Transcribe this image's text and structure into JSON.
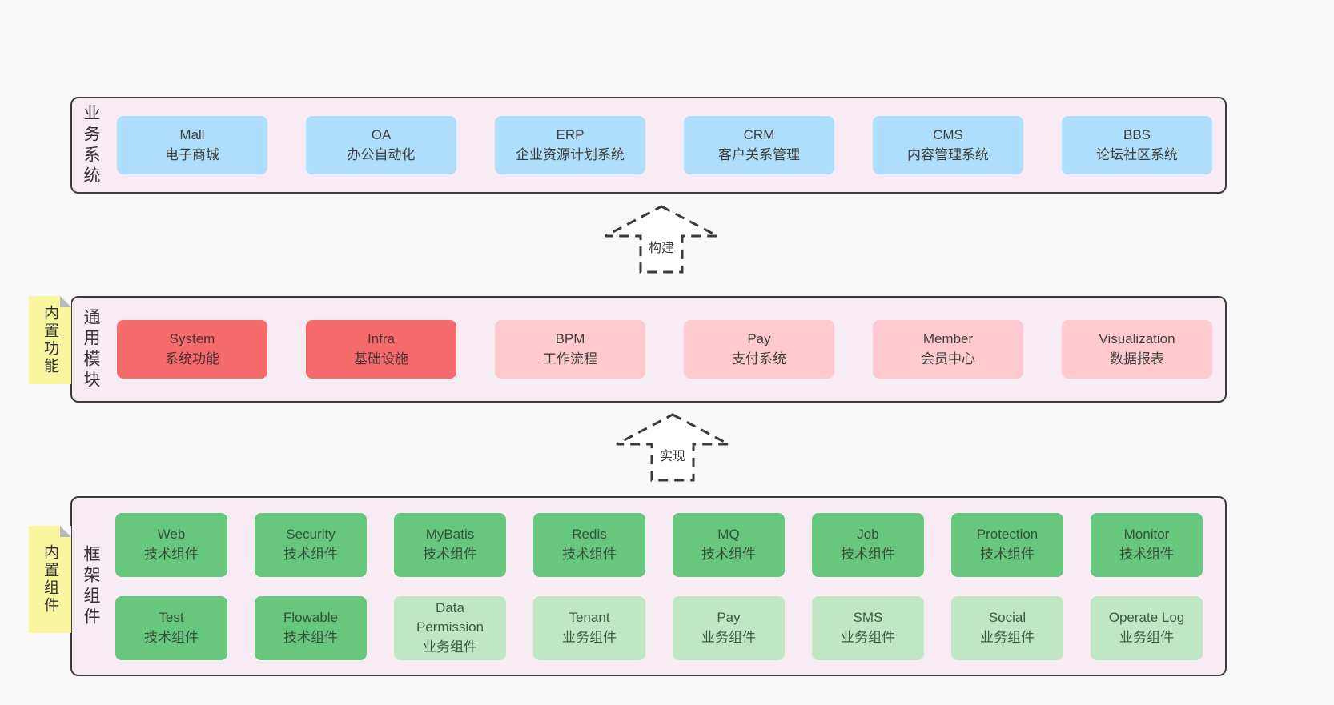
{
  "colors": {
    "page_bg": "#f8f8f8",
    "band_bg": "#f8ecf4",
    "band_border": "#3c3c3c",
    "blue": "#aedefc",
    "red": "#f56a6a",
    "pink": "#ffc9d0",
    "green": "#67c77d",
    "light_green": "#c0e6c3",
    "sticky_yellow": "#faf59f"
  },
  "arrows": {
    "build": {
      "label": "构建"
    },
    "implement": {
      "label": "实现"
    }
  },
  "band1": {
    "label": "业务系统",
    "boxes": [
      {
        "en": "Mall",
        "zh": "电子商城",
        "variant": "blue"
      },
      {
        "en": "OA",
        "zh": "办公自动化",
        "variant": "blue"
      },
      {
        "en": "ERP",
        "zh": "企业资源计划系统",
        "variant": "blue"
      },
      {
        "en": "CRM",
        "zh": "客户关系管理",
        "variant": "blue"
      },
      {
        "en": "CMS",
        "zh": "内容管理系统",
        "variant": "blue"
      },
      {
        "en": "BBS",
        "zh": "论坛社区系统",
        "variant": "blue"
      }
    ]
  },
  "band2": {
    "label": "通用模块",
    "sticky": "内置功能",
    "boxes": [
      {
        "en": "System",
        "zh": "系统功能",
        "variant": "red"
      },
      {
        "en": "Infra",
        "zh": "基础设施",
        "variant": "red"
      },
      {
        "en": "BPM",
        "zh": "工作流程",
        "variant": "pink"
      },
      {
        "en": "Pay",
        "zh": "支付系统",
        "variant": "pink"
      },
      {
        "en": "Member",
        "zh": "会员中心",
        "variant": "pink"
      },
      {
        "en": "Visualization",
        "zh": "数据报表",
        "variant": "pink"
      }
    ]
  },
  "band3": {
    "label": "框架组件",
    "sticky": "内置组件",
    "row1": [
      {
        "en": "Web",
        "zh": "技术组件",
        "variant": "green"
      },
      {
        "en": "Security",
        "zh": "技术组件",
        "variant": "green"
      },
      {
        "en": "MyBatis",
        "zh": "技术组件",
        "variant": "green"
      },
      {
        "en": "Redis",
        "zh": "技术组件",
        "variant": "green"
      },
      {
        "en": "MQ",
        "zh": "技术组件",
        "variant": "green"
      },
      {
        "en": "Job",
        "zh": "技术组件",
        "variant": "green"
      },
      {
        "en": "Protection",
        "zh": "技术组件",
        "variant": "green"
      },
      {
        "en": "Monitor",
        "zh": "技术组件",
        "variant": "green"
      }
    ],
    "row2": [
      {
        "en": "Test",
        "zh": "技术组件",
        "variant": "green"
      },
      {
        "en": "Flowable",
        "zh": "技术组件",
        "variant": "green"
      },
      {
        "en": "Data Permission",
        "zh": "业务组件",
        "variant": "light_green"
      },
      {
        "en": "Tenant",
        "zh": "业务组件",
        "variant": "light_green"
      },
      {
        "en": "Pay",
        "zh": "业务组件",
        "variant": "light_green"
      },
      {
        "en": "SMS",
        "zh": "业务组件",
        "variant": "light_green"
      },
      {
        "en": "Social",
        "zh": "业务组件",
        "variant": "light_green"
      },
      {
        "en": "Operate Log",
        "zh": "业务组件",
        "variant": "light_green"
      }
    ]
  }
}
